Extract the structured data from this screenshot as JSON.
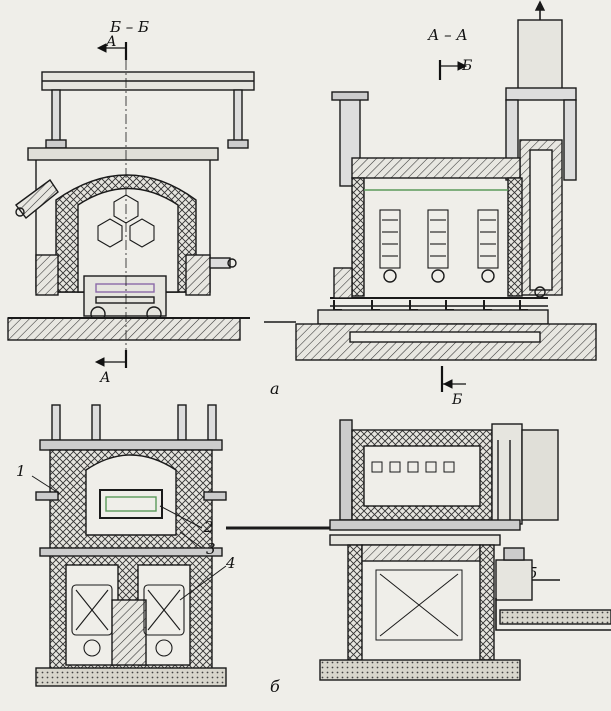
{
  "labels": {
    "section_bb": "Б – Б",
    "section_aa": "А – А",
    "arrow_a_top": "А",
    "arrow_a_bottom": "А",
    "arrow_b_top": "Б",
    "arrow_b_bottom": "Б",
    "fig_a": "а",
    "fig_b": "б",
    "callout_1": "1",
    "callout_2": "2",
    "callout_3": "3",
    "callout_4": "4",
    "callout_5": "5"
  },
  "colors": {
    "paper": "#efeee9",
    "ink": "#1a1a1a",
    "accent_green": "#5b9a5a",
    "accent_purple": "#8b6aa8"
  }
}
